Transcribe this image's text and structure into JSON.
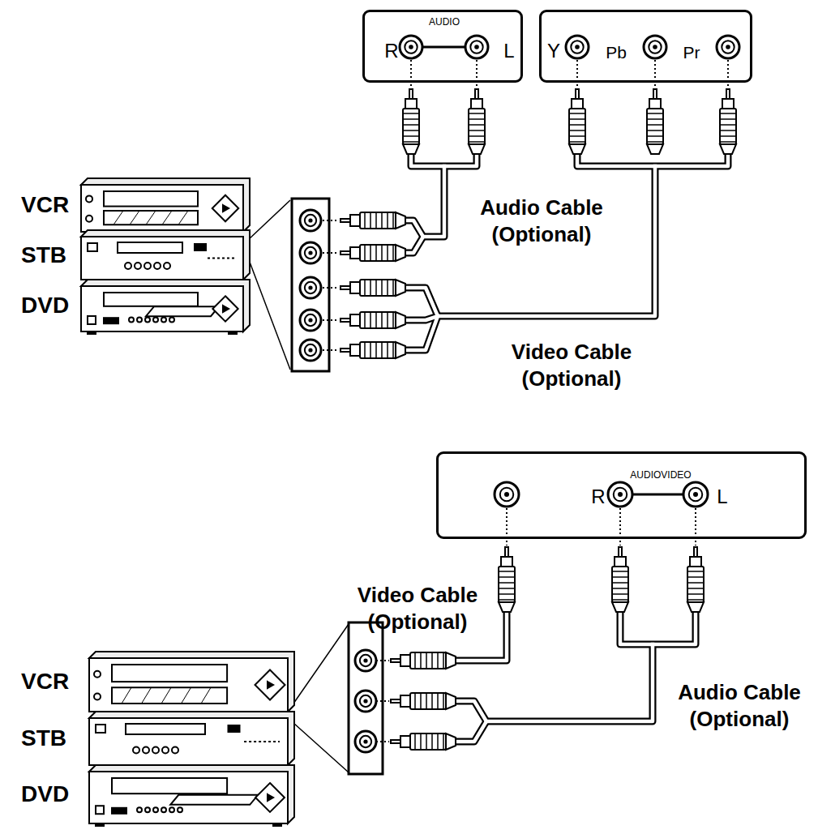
{
  "diagram": {
    "nodes": [
      {
        "text": [
          "AUDIO",
          "R",
          "L"
        ]
      },
      {
        "text": [
          "Y",
          "Pb",
          "Pr"
        ]
      },
      {
        "text": [
          "VCR"
        ]
      },
      {
        "text": [
          "STB"
        ]
      },
      {
        "text": [
          "DVD"
        ]
      },
      {
        "text": [
          "AUDIOVIDEO",
          "R",
          "L"
        ]
      },
      {
        "text": [
          "VCR"
        ]
      },
      {
        "text": [
          "STB"
        ]
      },
      {
        "text": [
          "DVD"
        ]
      }
    ],
    "labels": [
      "Audio Cable (Optional)",
      "Video Cable (Optional)",
      "Video Cable (Optional)",
      "Audio Cable (Optional)"
    ]
  }
}
